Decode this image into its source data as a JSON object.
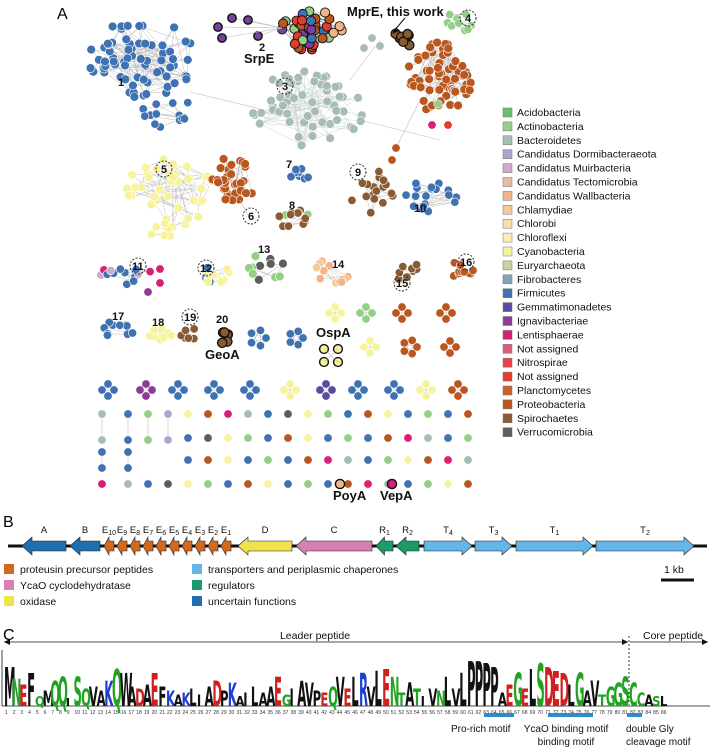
{
  "panels": {
    "a": "A",
    "b": "B",
    "c": "C"
  },
  "network_labels": {
    "mpre": "MprE, this work",
    "srpe": "SrpE",
    "geoa": "GeoA",
    "ospa": "OspA",
    "poya": "PoyA",
    "vepa": "VepA"
  },
  "cluster_numbers": [
    "1",
    "2",
    "3",
    "4",
    "5",
    "6",
    "7",
    "8",
    "9",
    "10",
    "11",
    "12",
    "13",
    "14",
    "15",
    "16",
    "17",
    "18",
    "19",
    "20"
  ],
  "legend": [
    {
      "label": "Acidobacteria",
      "color": "#6cc06a"
    },
    {
      "label": "Actinobacteria",
      "color": "#93cf86"
    },
    {
      "label": "Bacteroidetes",
      "color": "#a7bcb3"
    },
    {
      "label": "Candidatus Dormibacteraeota",
      "color": "#b3a2d0"
    },
    {
      "label": "Candidatus Muirbacteria",
      "color": "#cfa9c9"
    },
    {
      "label": "Candidatus Tectomicrobia",
      "color": "#e9b9a3"
    },
    {
      "label": "Candidatus Wallbacteria",
      "color": "#f3b48a"
    },
    {
      "label": "Chlamydiae",
      "color": "#f6c99a"
    },
    {
      "label": "Chlorobi",
      "color": "#f9dca8"
    },
    {
      "label": "Chloroflexi",
      "color": "#fbecb5"
    },
    {
      "label": "Cyanobacteria",
      "color": "#f7f39d"
    },
    {
      "label": "Euryarchaeota",
      "color": "#c9d39c"
    },
    {
      "label": "Fibrobacteres",
      "color": "#7fa7b9"
    },
    {
      "label": "Firmicutes",
      "color": "#3f72b3"
    },
    {
      "label": "Gemmatimonadetes",
      "color": "#5a4aa0"
    },
    {
      "label": "Ignavibacteriae",
      "color": "#8e3a96"
    },
    {
      "label": "Lentisphaerae",
      "color": "#d81f74"
    },
    {
      "label": "Not assigned",
      "color": "#e05a80"
    },
    {
      "label": "Nitrospirae",
      "color": "#e8424a"
    },
    {
      "label": "Not assigned",
      "color": "#e53a2e"
    },
    {
      "label": "Planctomycetes",
      "color": "#c8612a"
    },
    {
      "label": "Proteobacteria",
      "color": "#b9571f"
    },
    {
      "label": "Spirochaetes",
      "color": "#8a5a33"
    },
    {
      "label": "Verrucomicrobia",
      "color": "#5d5d5d"
    }
  ],
  "gene_cluster": {
    "genes": [
      {
        "id": "A",
        "label": "A",
        "color": "#1f6fb0"
      },
      {
        "id": "B",
        "label": "B",
        "color": "#1f6fb0"
      },
      {
        "id": "E10",
        "label": "E10",
        "color": "#d2691e"
      },
      {
        "id": "E9",
        "label": "E9",
        "color": "#d2691e"
      },
      {
        "id": "E8",
        "label": "E8",
        "color": "#d2691e"
      },
      {
        "id": "E7",
        "label": "E7",
        "color": "#d2691e"
      },
      {
        "id": "E6",
        "label": "E6",
        "color": "#d2691e"
      },
      {
        "id": "E5",
        "label": "E5",
        "color": "#d2691e"
      },
      {
        "id": "E4",
        "label": "E4",
        "color": "#d2691e"
      },
      {
        "id": "E3",
        "label": "E3",
        "color": "#d2691e"
      },
      {
        "id": "E2",
        "label": "E2",
        "color": "#d2691e"
      },
      {
        "id": "E1",
        "label": "E1",
        "color": "#d2691e"
      },
      {
        "id": "D",
        "label": "D",
        "color": "#f1e14a"
      },
      {
        "id": "C",
        "label": "C",
        "color": "#d77fb0"
      },
      {
        "id": "R1",
        "label": "R1",
        "color": "#1e9a6a"
      },
      {
        "id": "R2",
        "label": "R2",
        "color": "#1e9a6a"
      },
      {
        "id": "T4",
        "label": "T4",
        "color": "#64b5e8"
      },
      {
        "id": "T3",
        "label": "T3",
        "color": "#64b5e8"
      },
      {
        "id": "T1",
        "label": "T1",
        "color": "#64b5e8"
      },
      {
        "id": "T2",
        "label": "T2",
        "color": "#64b5e8"
      }
    ],
    "scale_label": "1 kb",
    "legend": [
      {
        "label": "proteusin precursor peptides",
        "color": "#d2691e"
      },
      {
        "label": "YcaO cyclodehydratase",
        "color": "#d77fb0"
      },
      {
        "label": "oxidase",
        "color": "#f1e14a"
      },
      {
        "label": "transporters and periplasmic chaperones",
        "color": "#64b5e8"
      },
      {
        "label": "regulators",
        "color": "#1e9a6a"
      },
      {
        "label": "uncertain functions",
        "color": "#1f6fb0"
      }
    ]
  },
  "logo": {
    "leader_label": "Leader peptide",
    "core_label": "Core peptide",
    "motifs": [
      {
        "label": "Pro-rich motif"
      },
      {
        "label": "YcaO binding motif"
      },
      {
        "label": "double Gly cleavage motif"
      }
    ]
  }
}
